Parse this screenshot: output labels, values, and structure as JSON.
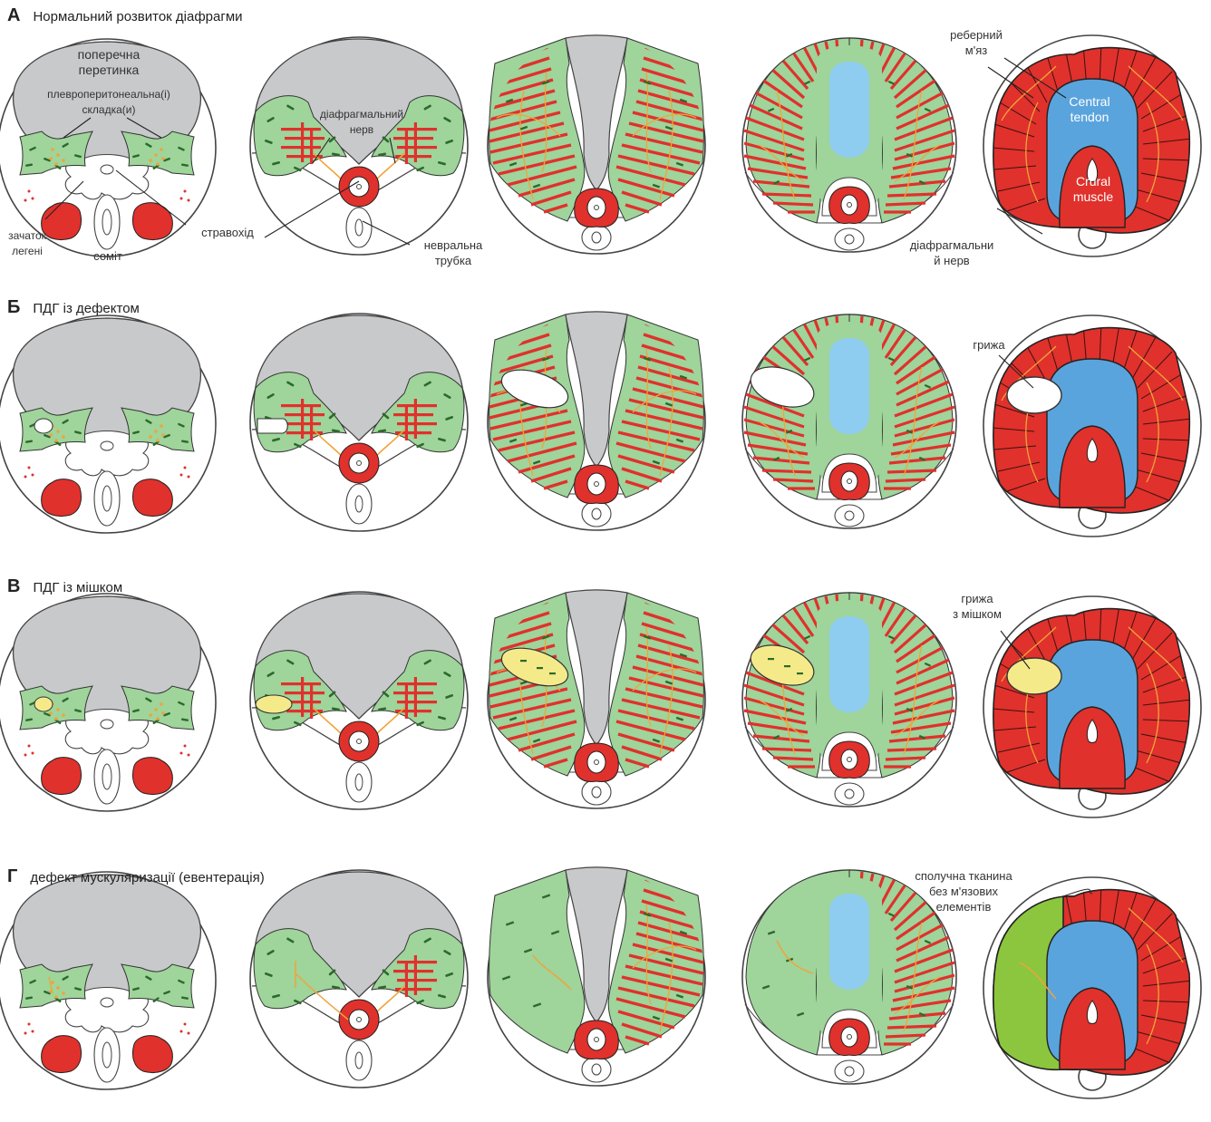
{
  "rows": [
    {
      "letter": "А",
      "title": "Нормальний розвиток діафрагми"
    },
    {
      "letter": "Б",
      "title": "ПДГ із дефектом"
    },
    {
      "letter": "В",
      "title": "ПДГ із мішком"
    },
    {
      "letter": "Г",
      "title": "дефект мускуляризації (евентерація)"
    }
  ],
  "labels": {
    "transverse_septum": "поперечна\nперетинка",
    "pleuroperitoneal_folds": "плевроперитонеальна(і)\nскладка(и)",
    "phrenic_nerve_top": "діафрагмальний\nнерв",
    "lung_bud": "зачаток\nлегені",
    "somite": "соміт",
    "esophagus": "стравохід",
    "neural_tube": "невральна\nтрубка",
    "costal_muscle": "реберний\nм'яз",
    "central_tendon": "Central\ntendon",
    "crural_muscle": "Crural\nmuscle",
    "phrenic_nerve_bottom": "діафрагмальни\nй нерв",
    "hernia": "грижа",
    "hernia_sac": "грижа\nз мішком",
    "connective_tissue": "сполучна тканина\nбез м'язових\nелементів"
  },
  "colors": {
    "septum": "#c8c9cb",
    "fold": "#9fd49b",
    "muscle": "#e0312c",
    "tendon": "#5aa4dd",
    "tendon_light": "#8fcdf0",
    "nerve": "#f0a43a",
    "sac": "#f5ea8a",
    "eventration": "#8cc63e"
  }
}
